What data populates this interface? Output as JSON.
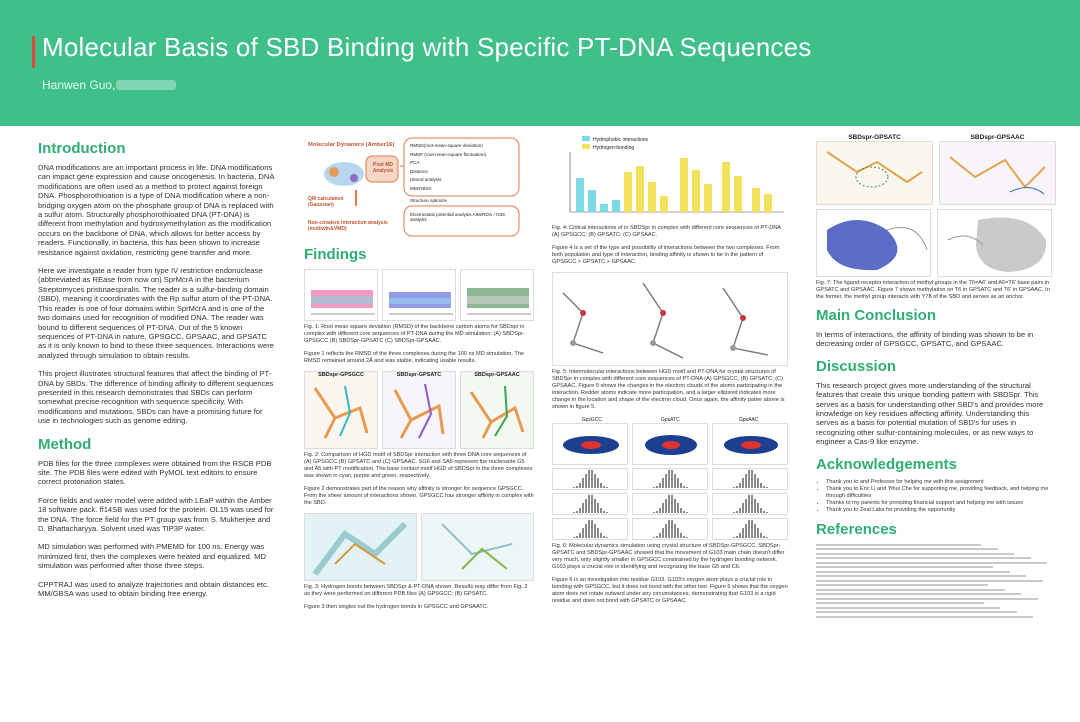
{
  "header": {
    "title": "Molecular Basis of SBD Binding with Specific PT-DNA Sequences",
    "author": "Hanwen Guo,"
  },
  "intro": {
    "heading": "Introduction",
    "p1": "DNA modifications are an important process in life. DNA modifications can impact gene expression and cause oncogenesis. In bacteria, DNA modifications are often used as a method to protect against foreign DNA. Phosphorothioation is a type of DNA modification where a non-bridging oxygen atom on the phosphate group of DNA is replaced with a sulfur atom. Structurally phosphorothioated DNA (PT-DNA) is different from methylation and hydroxymethylation as the modification occurs on the backbone of DNA, which allows for better access by readers. Functionally, in bacteria, this has been shown to increase resistance against oxidation, restricting gene transfer and more.",
    "p2": "Here we investigate a reader from type IV restriction endonuclease (abbreviated as REase from now on) SprMcrA in the bacterium Streptomyces pristinaespiralis. The reader is a sulfur-binding domain (SBD), meaning it coordinates with the Rp sulfur atom of the PT-DNA. This reader is one of four domains within SprMcrA and is one of the two domains used for recognition of modified DNA. The reader was bound to different sequences of PT-DNA. Out of the 5 known sequences of PT-DNA in nature, GPSGCC, GPSAAC, and GPSATC as it is only known to bind to these three sequences. Interactions were analyzed through simulation to obtain results.",
    "p3": "This project illustrates structural features that affect the binding of PT-DNA by SBDs. The difference of binding affinity to different sequences presented in this research demonstrates that SBDs can perform somewhat precise recognition with sequence specificity. With modifications and mutations, SBDs can have a promising future for use in technologies such as genome editing."
  },
  "method": {
    "heading": "Method",
    "p1": "PDB files for the three complexes were obtained from the RSCB PDB site. The PDB files were edited with PyMOL text editors to ensure correct protonation states.",
    "p2": "Force fields and water model were added with LEaP within the Amber 18 software pack. ff14SB was used for the protein. OL15 was used for the DNA. The force field for the PT group was from S. Mukherjee and D. Bhattacharyya. Solvent used was TIP3P water.",
    "p3": "MD simulation was performed with PMEMD for 100 ns. Energy was minimized first, then the complexes were heated and equalized. MD simulation was performed after those three steps.",
    "p4": "CPPTRAJ was used to analyze trajectories and obtain distances etc. MM/GBSA was used to obtain binding free energy."
  },
  "flow": {
    "md": "Molecular Dynamics (Amber16)",
    "post": "Post MD Analysis",
    "qm": "QM calculation (Gaussian)",
    "nci": "Non-covalent interaction analysis (multiwfn&VMD)",
    "items": [
      "RMSD(root-mean-square deviation)",
      "RMSF (root-mean-square fluctuation)",
      "PCA",
      "Distance",
      "Hbond analysis",
      "MM/GBSA"
    ],
    "opt": "Structure optimize",
    "esp": "Electrostatic potential analysis AIM/RDG / IGM analysis"
  },
  "findings": {
    "heading": "Findings",
    "fig1": "Fig. 1: Root mean square deviation (RMSD) of the backbone carbon atoms for SBDspr in complex with different core sequences of PT-DNA during the MD simulation: (A) SBDSpr-GPSGCC (B) SBDSpr-GPSATC (C) SBDSpr-GPSAAC.",
    "fig1b": "Figure 1 reflects the RMSD of the three complexes during the 100 ns MD simulation. The RMSD remained around 2Å and was stable, indicating usable results.",
    "struct_labels": [
      "SBDspr-GPSGCC",
      "SBDspr-GPSATC",
      "SBDspr-GPSAAC"
    ],
    "fig2": "Fig. 2: Comparison of HGD motif of SBDSpr interaction with three DNA core sequences of (A) GPSGCC (B) GPSATC and (C) GPSAAC. SG6 and SA5 represent the nucleoside G5 and A5 with PT modification. The base contact motif HGD of SBDSpr in the three complexes was shown in cyan, purple and green, respectively.",
    "fig2b": "Figure 2 demonstrates part of the reason why affinity is stronger for sequence GPSGCC. From the sheer amount of interactions shown, GPSGCC has stronger affinity in complex with the SBD.",
    "fig3": "Fig. 3: Hydrogen bonds between SBDSpr & PT-DNA shown. Results may differ from Fig. 2 as they were performed on different PDB files (A) GPSGCC; (B) GPSATC.",
    "fig3b": "Figure 3 then singles out the hydrogen bonds in GPSGCC and GPSAATC."
  },
  "col3": {
    "legend": [
      "Hydrophobic interactions",
      "Hydrogen-bonding"
    ],
    "fig4": "Fig. 4: Critical interactions of in SBDSpr in complex with different core sequences of PT-DNA (A) GPSGCC; (B) GPSATC; (C) GPSAAC.",
    "fig4b": "Figure 4 is a set of the type and possibility of interactions between the two complexes. From both population and type of interaction, binding affinity is shown to be in the pattern of GPSGCC > GPSATC > GPSAAC.",
    "fig5": "Fig. 5: Intermolecular interactions between HGD motif and PT-DNA for crystal structures of SBDSpr in complex with different core sequences of PT-DNA (A) GPSGCC; (B) GPSATC; (C) GPSAAC. Figure 5 shows the changes in the electron clouds of the atoms participating in the interaction. Redder atoms indicate more participation, and a larger ellipsoid indicates more change in the location and shape of the electron cloud. Once again, the affinity patter above is shown in figure 5.",
    "panel_labels": [
      "GpsGCC",
      "GpsATC",
      "GpsAAC"
    ],
    "fig6": "Fig. 6: Molecular dynamics simulation using crystal structure of SBDSpr-GPSGCC, SBDSpr-GPSATC and SBDSpr-GPSAAC showed that the movement of G103 main chain doesn't differ very much, only slightly smaller in GPSGCC constrained by the hydrogen bonding network. G103 plays a crucial role in identifying and recognizing the base G5 and C6.",
    "fig6b": "Figure 6 is an investigation into residue G103. G103's oxygen atom plays a crucial role in bonding with GPSGCC, but it does not bond with the other two. Figure 6 shows that the oxygen atom does not rotate outward under any circumstances, demonstrating that G103 is a rigid residue and does not bond with GPSATC or GPSAAC."
  },
  "col4": {
    "titles": [
      "SBDspr-GPSATC",
      "SBDspr-GPSAAC"
    ],
    "fig7": "Fig. 7: The ligand-receptor interaction of methyl groups in the T6=A6' and A6=T6' base pairs in GPSATC and GPSAAC. Figure 7 shows methylation on T6 in GPSATC and T6' in GPSAAC. In the former, the methyl group interacts with Y78 of the SBD and serves as an anchor.",
    "conclusion_heading": "Main Conclusion",
    "conclusion": "In terms of interactions, the affinity of binding was shown to be in decreasing order of GPSGCC, GPSATC, and GPSAAC.",
    "discussion_heading": "Discussion",
    "discussion": "This research project gives more understanding of the structural features that create this unique bonding pattern with SBDSpr. This serves as a basis for understanding other SBD's and provides more knowledge on key residues affecting affinity. Understanding this serves as a basis for potential mutation of SBD's for uses in recognizing other sulfur-containing molecules, or as new ways to engineer a Cas-9 like enzyme.",
    "ack_heading": "Acknowledgements",
    "ack": [
      "Thank you to            and Professor            for helping me with this assignment",
      "Thank you to Eric Li and Yihui Che for supporting me, providing feedback, and helping me through difficulties",
      "Thanks to my parents for providing financial support and helping me with issues",
      "Thank you to Zeal Labs for providing the opportunity"
    ],
    "ref_heading": "References"
  }
}
